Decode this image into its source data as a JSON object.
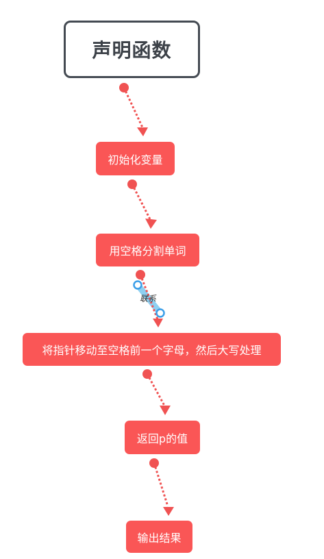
{
  "diagram": {
    "root": {
      "label": "声明函数"
    },
    "steps": [
      {
        "label": "初始化变量"
      },
      {
        "label": "用空格分割单词"
      },
      {
        "label": "将指针移动至空格前一个字母，然后大写处理"
      },
      {
        "label": "返回p的值"
      },
      {
        "label": "输出结果"
      }
    ],
    "selected_relation": {
      "label": "联系"
    },
    "colors": {
      "node_fill": "#fa5656",
      "root_border": "#444a52",
      "connector": "#f05252",
      "selection_highlight": "#8fd0f2",
      "selection_handle": "#3a9ee8"
    }
  }
}
